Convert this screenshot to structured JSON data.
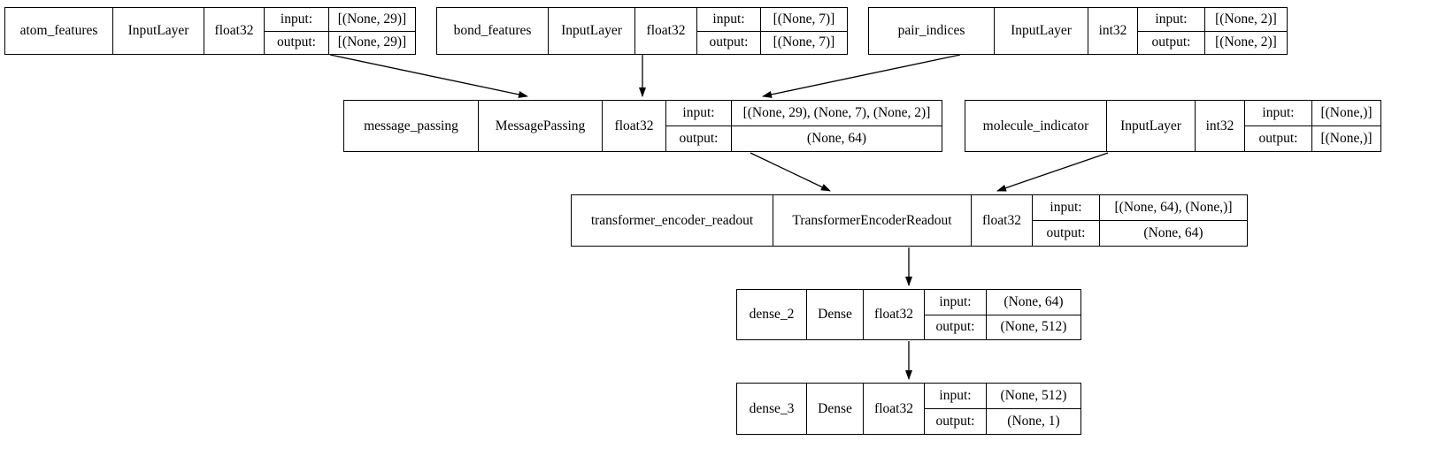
{
  "diagram": {
    "title": "keras model architecture graph",
    "io_labels": {
      "input": "input:",
      "output": "output:"
    },
    "colors": {
      "background": "#ffffff",
      "node_border": "#000000",
      "edge": "#000000",
      "text": "#000000"
    },
    "nodes": [
      {
        "id": "atom_features",
        "name": "atom_features",
        "class": "InputLayer",
        "dtype": "float32",
        "input": "[(None, 29)]",
        "output": "[(None, 29)]"
      },
      {
        "id": "bond_features",
        "name": "bond_features",
        "class": "InputLayer",
        "dtype": "float32",
        "input": "[(None, 7)]",
        "output": "[(None, 7)]"
      },
      {
        "id": "pair_indices",
        "name": "pair_indices",
        "class": "InputLayer",
        "dtype": "int32",
        "input": "[(None, 2)]",
        "output": "[(None, 2)]"
      },
      {
        "id": "message_passing",
        "name": "message_passing",
        "class": "MessagePassing",
        "dtype": "float32",
        "input": "[(None, 29), (None, 7), (None, 2)]",
        "output": "(None, 64)"
      },
      {
        "id": "molecule_indicator",
        "name": "molecule_indicator",
        "class": "InputLayer",
        "dtype": "int32",
        "input": "[(None,)]",
        "output": "[(None,)]"
      },
      {
        "id": "transformer_encoder_readout",
        "name": "transformer_encoder_readout",
        "class": "TransformerEncoderReadout",
        "dtype": "float32",
        "input": "[(None, 64), (None,)]",
        "output": "(None, 64)"
      },
      {
        "id": "dense_2",
        "name": "dense_2",
        "class": "Dense",
        "dtype": "float32",
        "input": "(None, 64)",
        "output": "(None, 512)"
      },
      {
        "id": "dense_3",
        "name": "dense_3",
        "class": "Dense",
        "dtype": "float32",
        "input": "(None, 512)",
        "output": "(None, 1)"
      }
    ],
    "edges": [
      {
        "from": "atom_features",
        "to": "message_passing"
      },
      {
        "from": "bond_features",
        "to": "message_passing"
      },
      {
        "from": "pair_indices",
        "to": "message_passing"
      },
      {
        "from": "message_passing",
        "to": "transformer_encoder_readout"
      },
      {
        "from": "molecule_indicator",
        "to": "transformer_encoder_readout"
      },
      {
        "from": "transformer_encoder_readout",
        "to": "dense_2"
      },
      {
        "from": "dense_2",
        "to": "dense_3"
      }
    ]
  }
}
